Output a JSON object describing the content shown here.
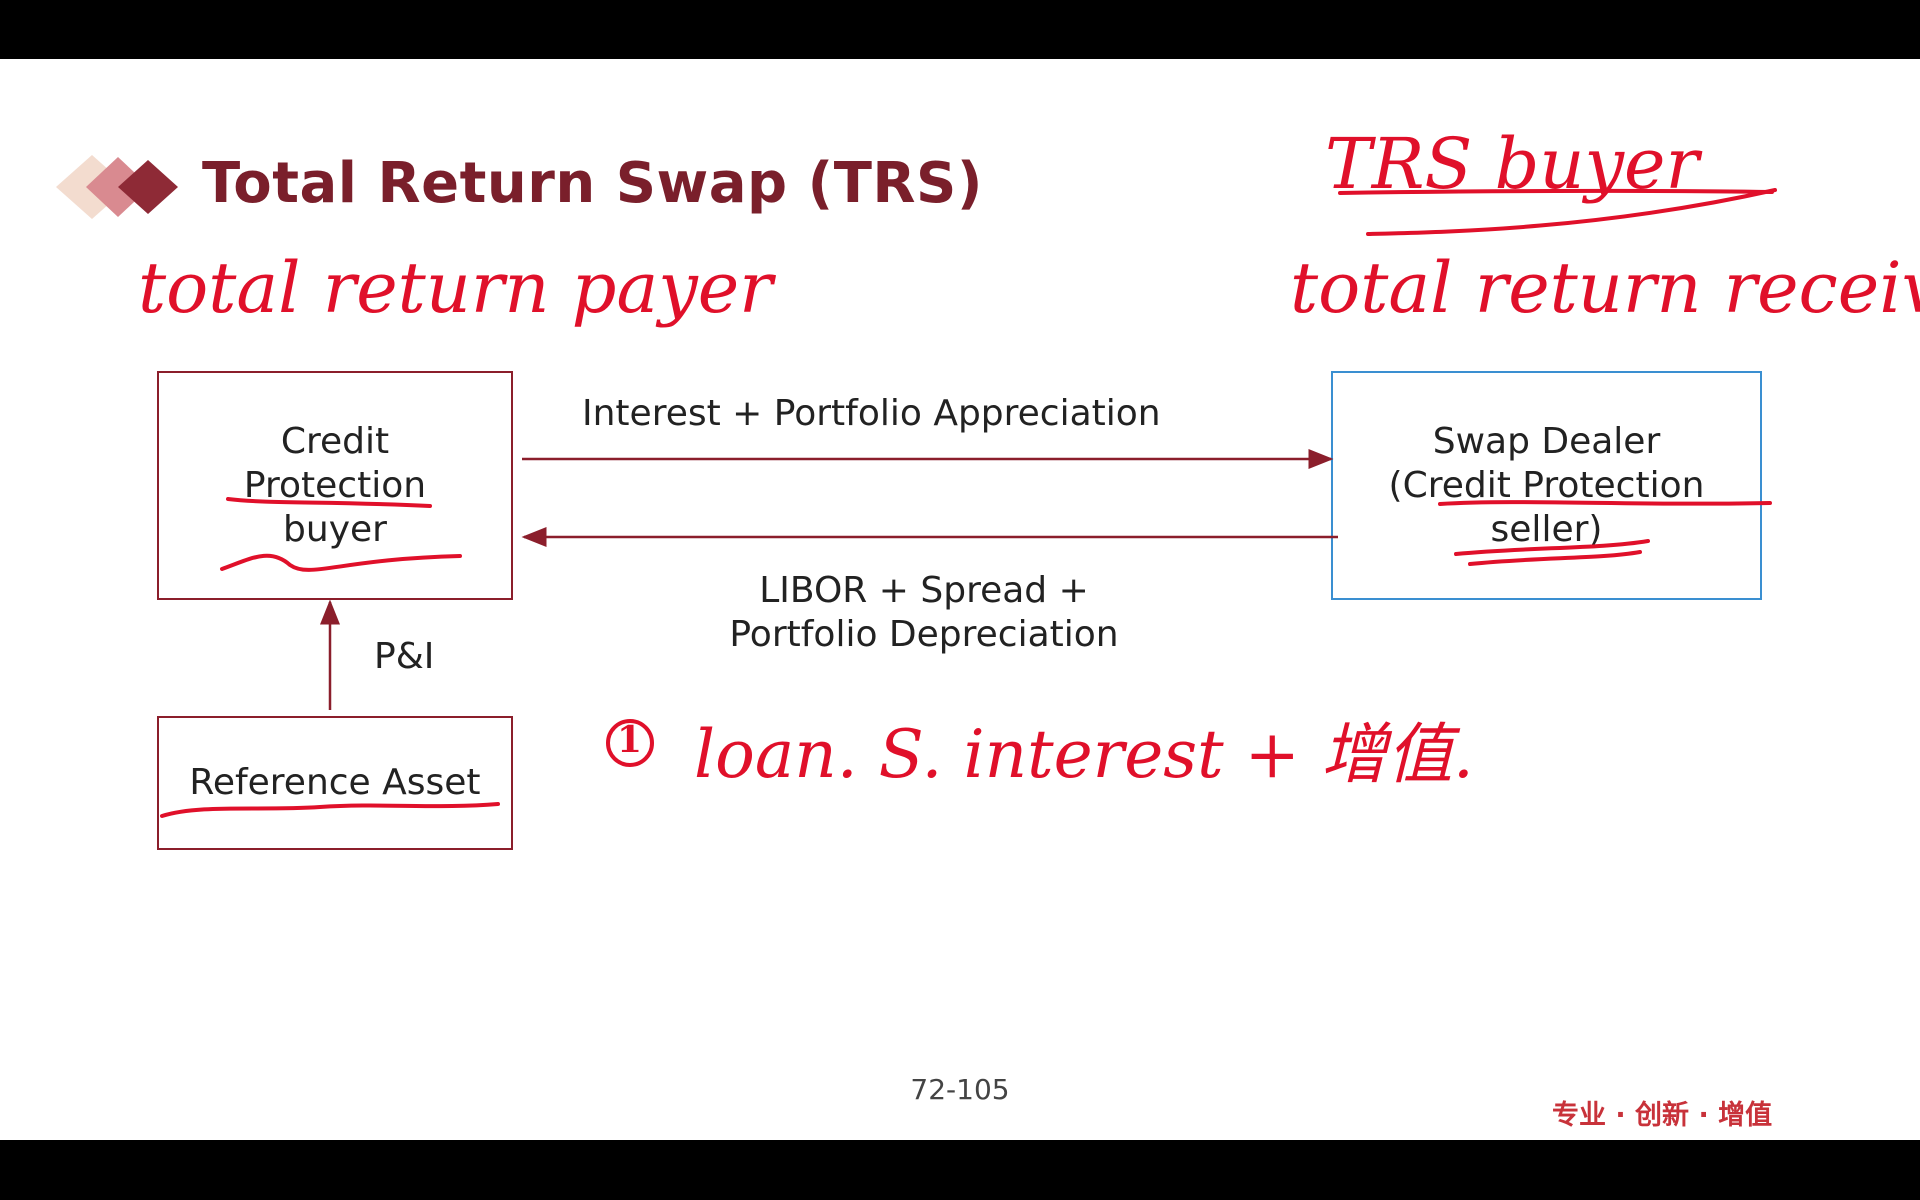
{
  "slide": {
    "title": "Total Return Swap (TRS)",
    "page_number": "72-105",
    "footer_slogan": "专业 · 创新 · 增值",
    "logo_icon": "diamond-bullet-icon"
  },
  "diagram": {
    "nodes": {
      "buyer": [
        "Credit",
        "Protection",
        "buyer"
      ],
      "dealer": [
        "Swap Dealer",
        "(Credit Protection",
        "seller)"
      ],
      "asset": "Reference Asset"
    },
    "edges": {
      "top_flow": "Interest + Portfolio Appreciation",
      "bottom_flow": [
        "LIBOR + Spread +",
        "Portfolio Depreciation"
      ],
      "asset_flow": "P&I"
    }
  },
  "annotations": {
    "top_right": "TRS buyer",
    "left": "total return payer",
    "right": "total return receiver",
    "note_circle": "1",
    "note": "loan. S. interest + 增值."
  },
  "colors": {
    "title": "#7a1f2b",
    "box_red": "#8b1e2b",
    "box_blue": "#3a8fd1",
    "handwriting": "#e0102a",
    "slogan": "#c8323a"
  }
}
